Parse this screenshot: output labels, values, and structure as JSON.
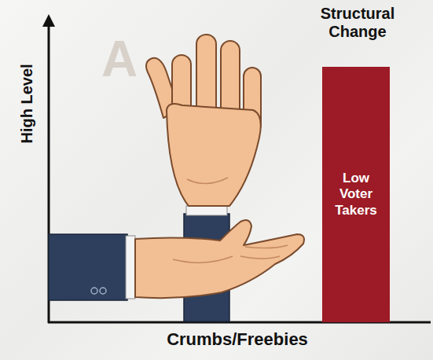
{
  "diagram": {
    "nodes": [
      {
        "text": [
          "Structural Change",
          "Low Voter Takers"
        ]
      }
    ],
    "labels": [
      "A",
      "High Level",
      "Crumbs/Freebies"
    ]
  }
}
